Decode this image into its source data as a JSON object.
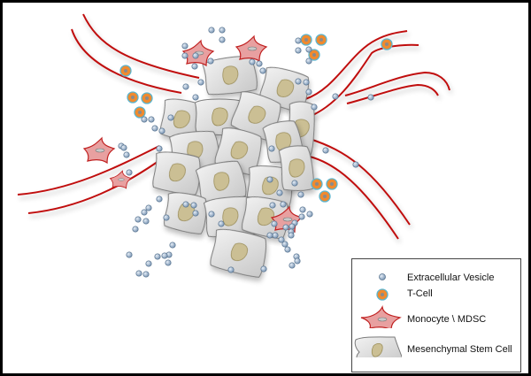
{
  "figure": {
    "title": "Mesenchymal stem cell cluster with extracellular vesicles, T-cells and monocytes near blood vessels",
    "colors": {
      "vessel": "#c01010",
      "vesicle_fill": "#9fb6d0",
      "vesicle_stroke": "#5a7590",
      "tcell_fill": "#f08a2e",
      "tcell_ring": "#5bb5cf",
      "monocyte_fill": "#e8a0a0",
      "monocyte_stroke": "#c02020",
      "msc_fill": "#dcdcdc",
      "msc_stroke": "#7a7a7a",
      "nucleus_fill": "#cbbf94",
      "nucleus_stroke": "#9c8f5a"
    }
  },
  "legend": {
    "items": [
      {
        "key": "vesicle",
        "icon": "extracellular-vesicle-icon",
        "label": "Extracellular Vesicle"
      },
      {
        "key": "tcell",
        "icon": "t-cell-icon",
        "label": "T-Cell"
      },
      {
        "key": "monocyte",
        "icon": "monocyte-icon",
        "label": "Monocyte \\ MDSC"
      },
      {
        "key": "msc",
        "icon": "mesenchymal-stem-cell-icon",
        "label": "Mesenchymal Stem Cell"
      }
    ]
  }
}
